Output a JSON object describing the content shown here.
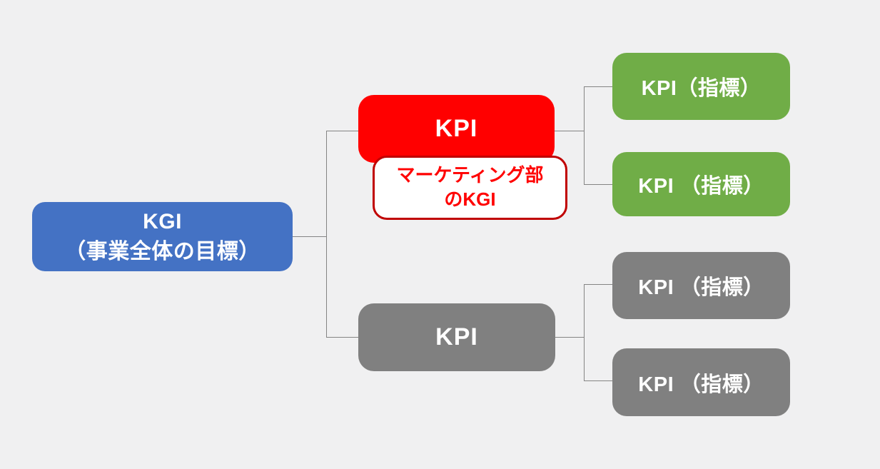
{
  "diagram": {
    "background_color": "#f0f0f1",
    "connector_color": "#848484",
    "nodes": {
      "kgi": {
        "line1": "KGI",
        "line2": "（事業全体の目標）",
        "fill": "#4472c4",
        "text_color": "#ffffff"
      },
      "kpi_marketing": {
        "label": "KPI",
        "fill": "#ff0000",
        "text_color": "#ffffff"
      },
      "marketing_note": {
        "line1": "マーケティング部",
        "line2": "のKGI",
        "fill": "#ffffff",
        "border_color": "#c00000",
        "text_color": "#ff0000"
      },
      "kpi_other": {
        "label": "KPI",
        "fill": "#808080",
        "text_color": "#ffffff"
      },
      "leaves": [
        {
          "label": "KPI（指標）",
          "fill": "#70ad47",
          "text_color": "#ffffff"
        },
        {
          "label": "KPI （指標）",
          "fill": "#70ad47",
          "text_color": "#ffffff"
        },
        {
          "label": "KPI （指標）",
          "fill": "#808080",
          "text_color": "#ffffff"
        },
        {
          "label": "KPI （指標）",
          "fill": "#808080",
          "text_color": "#ffffff"
        }
      ]
    }
  }
}
